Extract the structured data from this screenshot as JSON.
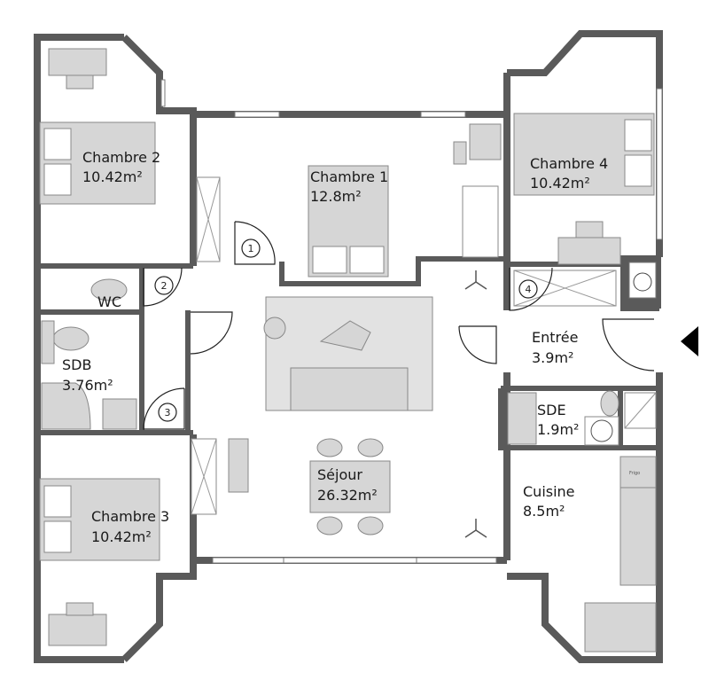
{
  "rooms": {
    "chambre2": {
      "name": "Chambre 2",
      "area": "10.42m²"
    },
    "chambre1": {
      "name": "Chambre 1",
      "area": "12.8m²"
    },
    "chambre4": {
      "name": "Chambre 4",
      "area": "10.42m²"
    },
    "wc": {
      "name": "WC"
    },
    "sdb": {
      "name": "SDB",
      "area": "3.76m²"
    },
    "entree": {
      "name": "Entrée",
      "area": "3.9m²"
    },
    "sde": {
      "name": "SDE",
      "area": "1.9m²"
    },
    "sejour": {
      "name": "Séjour",
      "area": "26.32m²"
    },
    "cuisine": {
      "name": "Cuisine",
      "area": "8.5m²"
    },
    "chambre3": {
      "name": "Chambre 3",
      "area": "10.42m²"
    }
  },
  "doors": [
    "1",
    "2",
    "3",
    "4"
  ],
  "appliances": {
    "fridge": "Frigo"
  },
  "entrance_marker": "triangle-left-icon",
  "colors": {
    "wall": "#5a5a5a",
    "furniture": "#d6d6d6"
  }
}
